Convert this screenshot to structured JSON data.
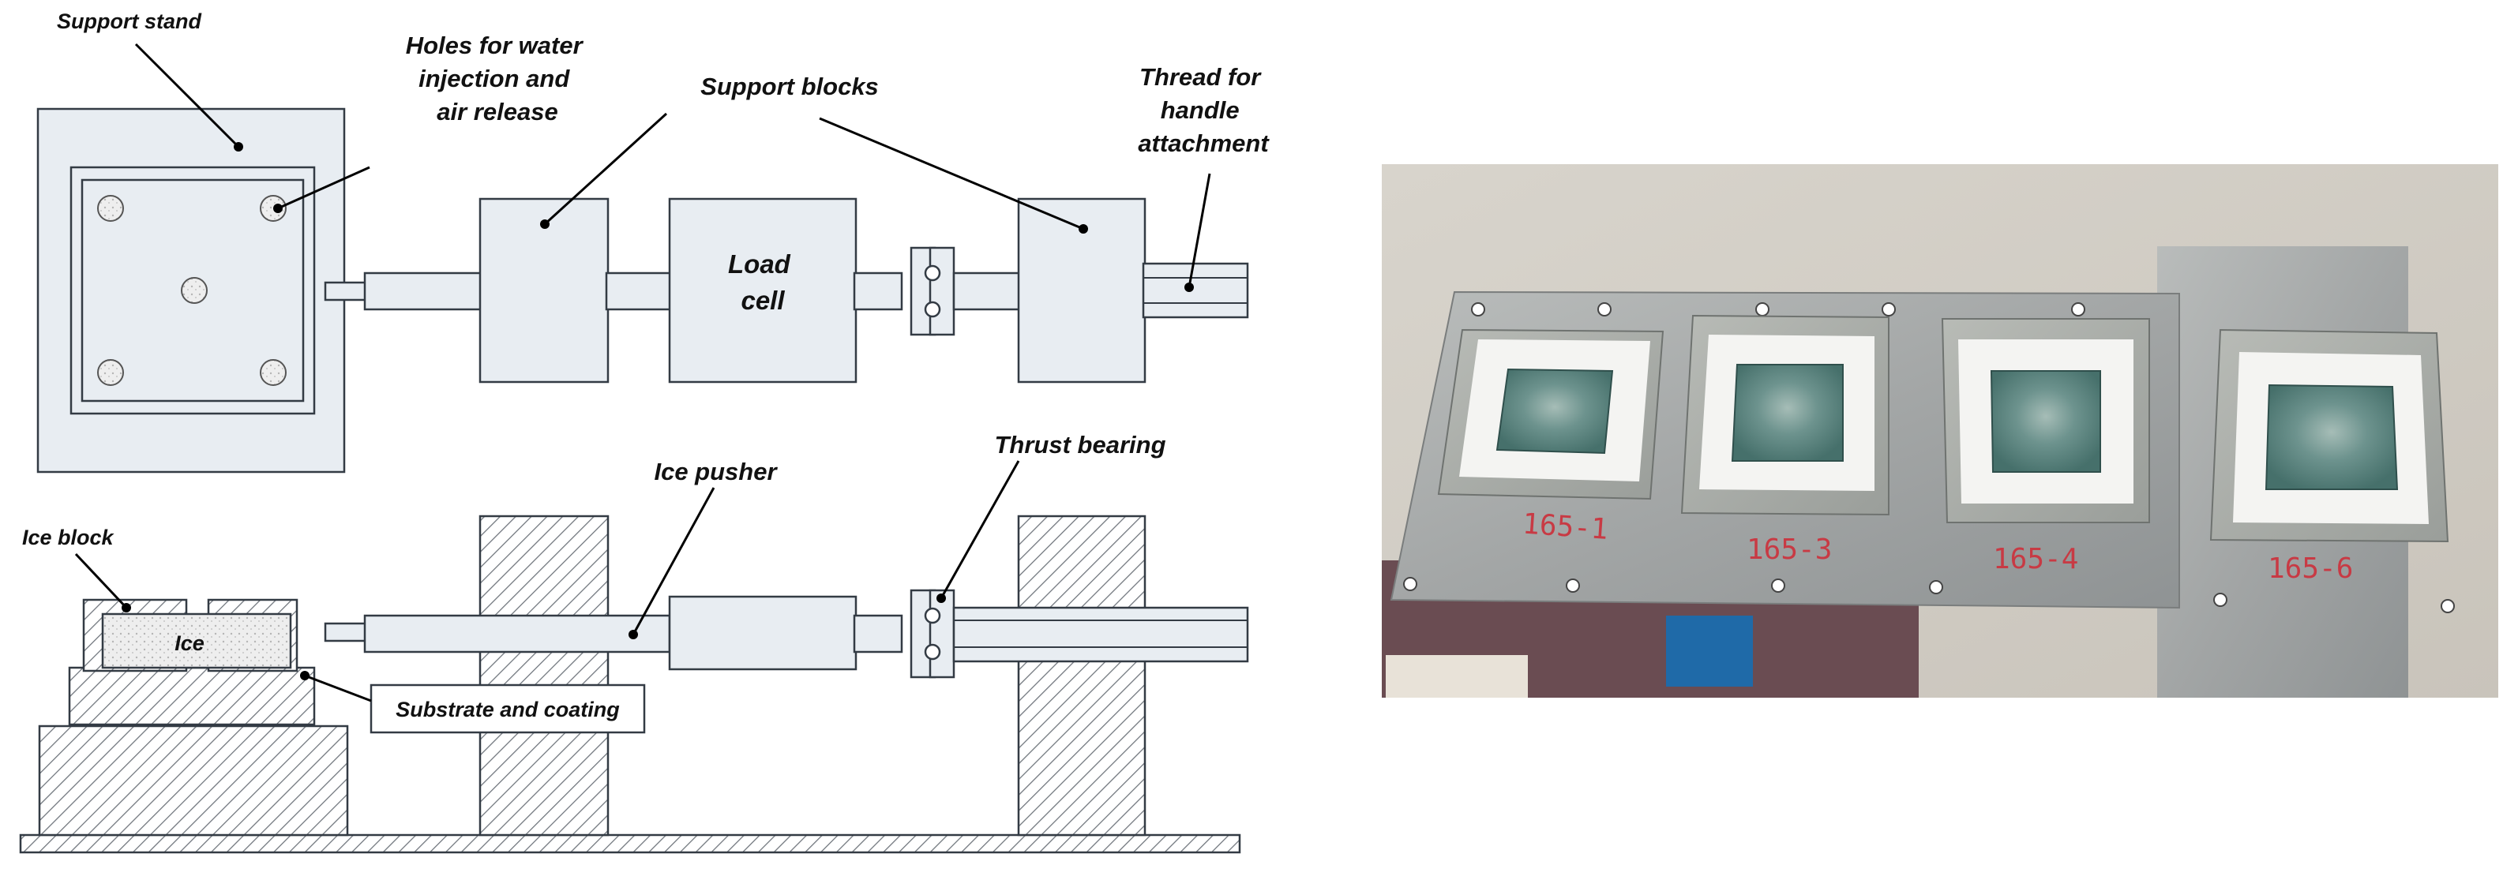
{
  "diagram": {
    "labels": {
      "support_stand": "Support stand",
      "holes": [
        "Holes for water",
        "injection and",
        "air release"
      ],
      "support_blocks": "Support blocks",
      "thread": [
        "Thread for",
        "handle",
        "attachment"
      ],
      "load_cell": [
        "Load",
        "cell"
      ],
      "ice_pusher": "Ice pusher",
      "thrust_bearing": "Thrust bearing",
      "ice_block": "Ice block",
      "ice": "Ice",
      "substrate": "Substrate and coating"
    }
  },
  "photo": {
    "sample_labels": [
      "165-1",
      "165-3",
      "165-4",
      "165-6"
    ]
  },
  "colors": {
    "part_fill": "#e8edf2",
    "outline": "#333b44",
    "sample_label": "#c83a44",
    "ice": "#5f8a86",
    "gasket": "#f4f4f2"
  }
}
